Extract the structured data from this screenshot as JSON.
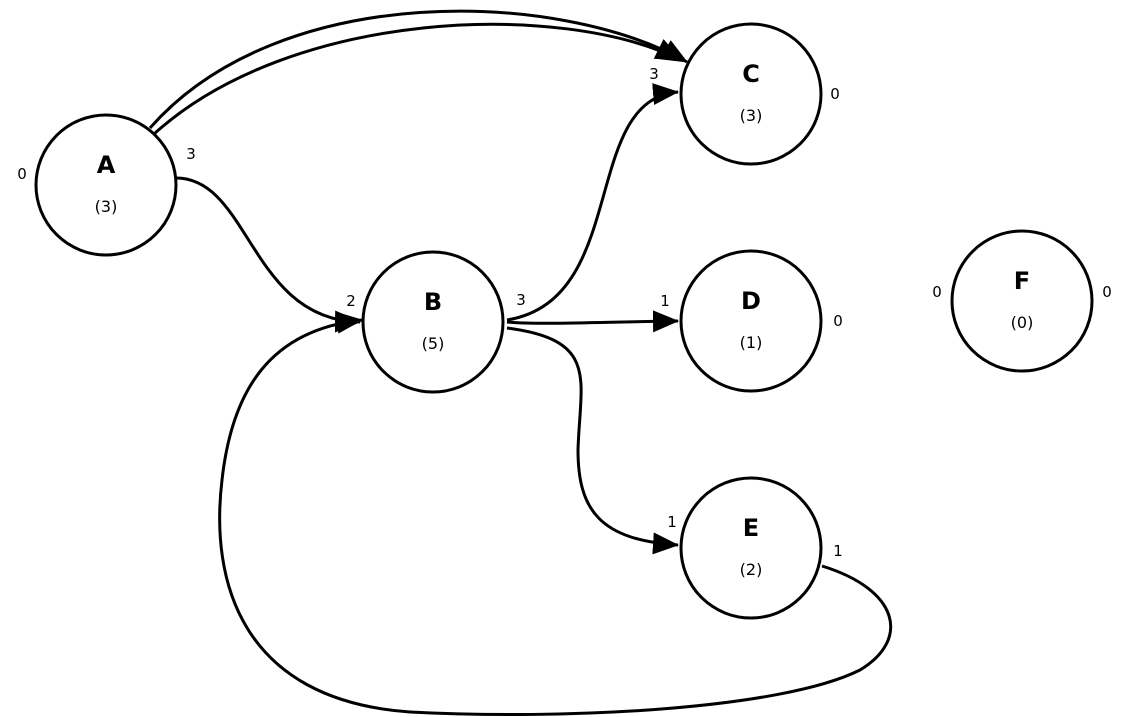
{
  "nodes": [
    {
      "id": "A",
      "name": "A",
      "value": "(3)",
      "in_count": "0",
      "out_count": "3"
    },
    {
      "id": "B",
      "name": "B",
      "value": "(5)",
      "in_count": "2",
      "out_count": "3"
    },
    {
      "id": "C",
      "name": "C",
      "value": "(3)",
      "in_count": "3",
      "out_count": "0"
    },
    {
      "id": "D",
      "name": "D",
      "value": "(1)",
      "in_count": "1",
      "out_count": "0"
    },
    {
      "id": "E",
      "name": "E",
      "value": "(2)",
      "in_count": "1",
      "out_count": "1"
    },
    {
      "id": "F",
      "name": "F",
      "value": "(0)",
      "in_count": "0",
      "out_count": "0"
    }
  ],
  "edges": [
    {
      "from": "A",
      "to": "C"
    },
    {
      "from": "A",
      "to": "C"
    },
    {
      "from": "A",
      "to": "B"
    },
    {
      "from": "B",
      "to": "C"
    },
    {
      "from": "B",
      "to": "D"
    },
    {
      "from": "B",
      "to": "E"
    },
    {
      "from": "E",
      "to": "B"
    }
  ],
  "colors": {
    "stroke": "#000000",
    "fill": "#ffffff"
  }
}
